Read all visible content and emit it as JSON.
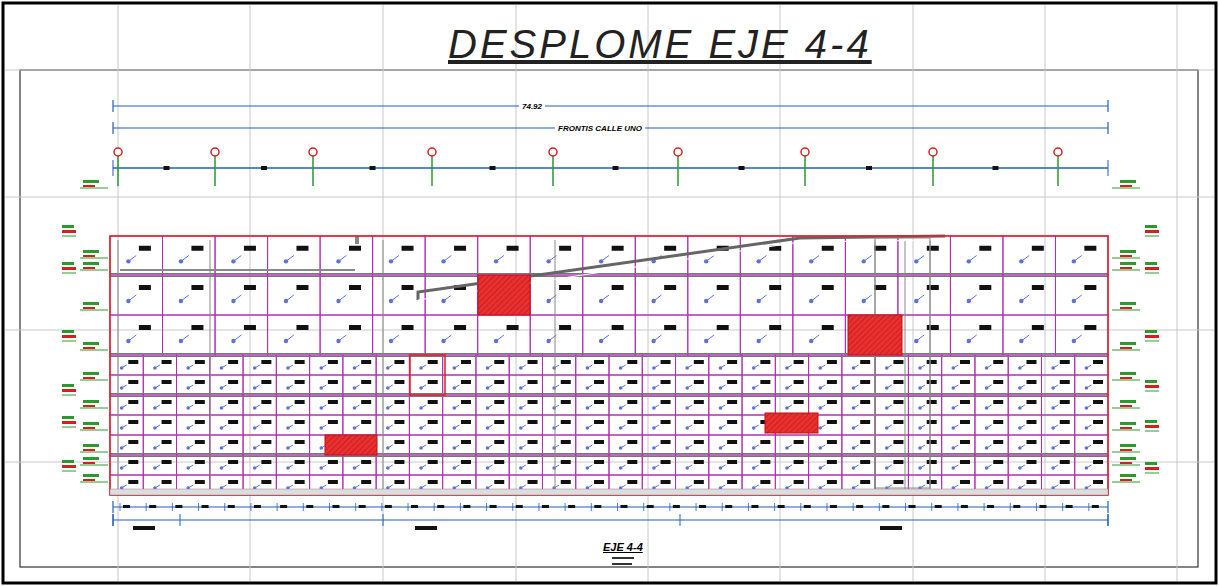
{
  "diagram": {
    "title": "DESPLOME EJE 4-4",
    "labels": [
      "74.92",
      "FRONTIS CALLE UNO",
      "EJE 4-4"
    ]
  }
}
